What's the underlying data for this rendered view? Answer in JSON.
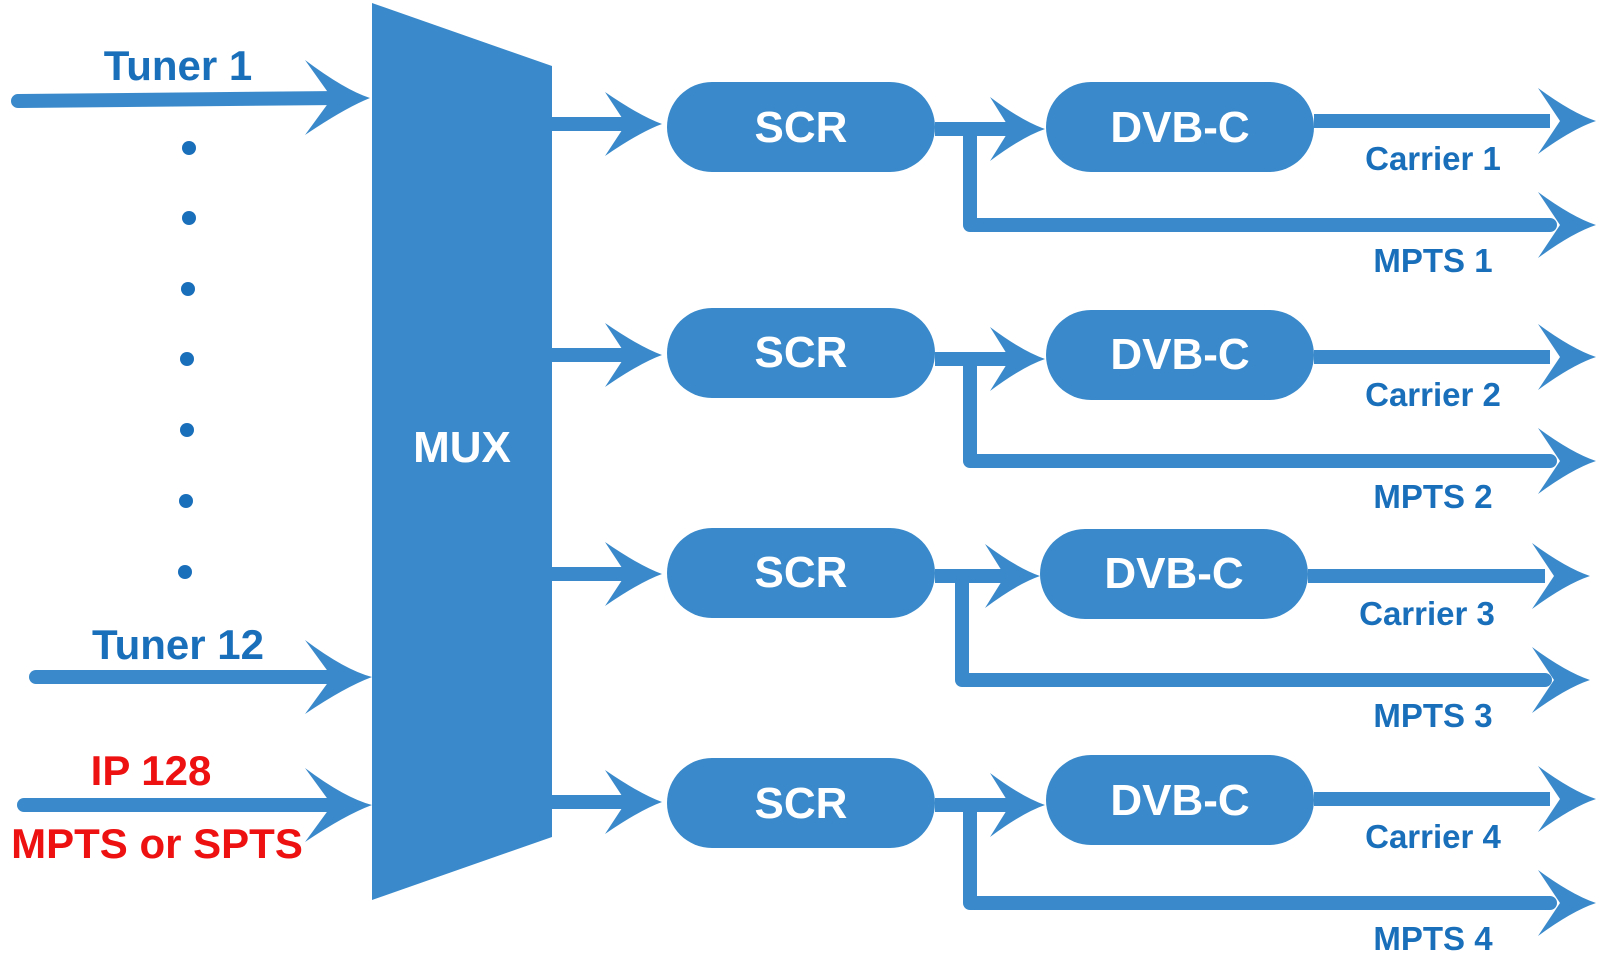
{
  "inputs": {
    "tuner_first": "Tuner 1",
    "tuner_last": "Tuner 12",
    "ip_line1": "IP 128",
    "ip_line2": "MPTS or SPTS"
  },
  "mux": {
    "label": "MUX"
  },
  "chains": [
    {
      "scr": "SCR",
      "dvbc": "DVB-C",
      "carrier": "Carrier 1",
      "mpts": "MPTS 1"
    },
    {
      "scr": "SCR",
      "dvbc": "DVB-C",
      "carrier": "Carrier 2",
      "mpts": "MPTS 2"
    },
    {
      "scr": "SCR",
      "dvbc": "DVB-C",
      "carrier": "Carrier 3",
      "mpts": "MPTS 3"
    },
    {
      "scr": "SCR",
      "dvbc": "DVB-C",
      "carrier": "Carrier 4",
      "mpts": "MPTS 4"
    }
  ],
  "colors": {
    "block": "#3a8acb",
    "text_blue": "#1a6fbb",
    "text_red": "#ee1111",
    "block_text": "#ffffff"
  }
}
